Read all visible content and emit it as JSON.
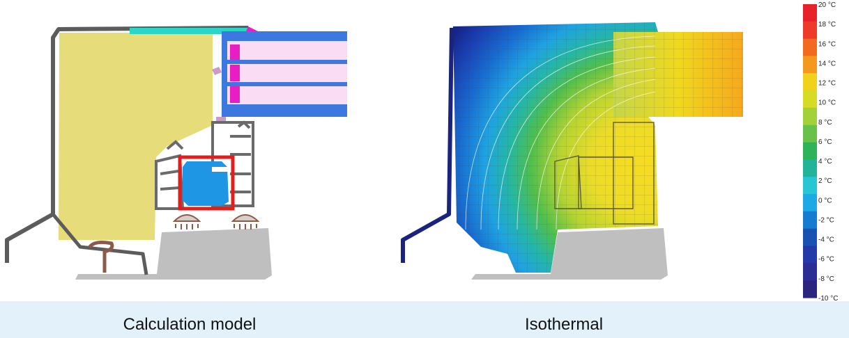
{
  "captions": {
    "left": "Calculation model",
    "right": "Isothermal"
  },
  "legend": {
    "labels": [
      "20 °C",
      "18 °C",
      "16 °C",
      "14 °C",
      "12 °C",
      "10 °C",
      "8 °C",
      "6 °C",
      "4 °C",
      "2 °C",
      "0 °C",
      "-2 °C",
      "-4 °C",
      "-6 °C",
      "-8 °C",
      "-10 °C"
    ],
    "colors": [
      "#e8222a",
      "#ee3a2a",
      "#f26a22",
      "#f39a1e",
      "#f0d21c",
      "#d4dc26",
      "#a4d03a",
      "#68c24a",
      "#2fb35a",
      "#22b498",
      "#28c6d4",
      "#1ea8e6",
      "#167cd2",
      "#1a52b4",
      "#243aa8",
      "#2c2e96",
      "#2a2680"
    ]
  },
  "colors": {
    "frame": "#5c5c5c",
    "insulation": "#e6dc7a",
    "glazing_blue": "#3c78e0",
    "glazing_pink": "#fadcf4",
    "magenta": "#e61ec3",
    "cyan": "#29d6c8",
    "reinforcement_blue": "#1e96e4",
    "reinforcement_red": "#e11e1e",
    "concrete": "#bfbfbf",
    "gasket_brown": "#8b5a4a",
    "caption_bar": "#e3f2fa"
  }
}
